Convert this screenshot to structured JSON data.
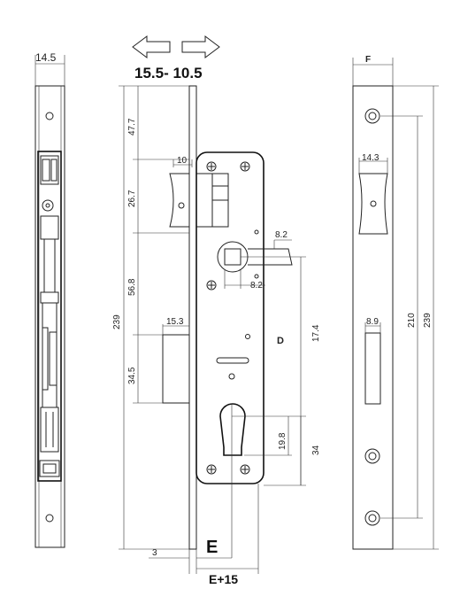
{
  "dimensions": {
    "faceplate_width": "14.5",
    "backset_range": "15.5- 10.5",
    "top_offset": "47.7",
    "latch_height": "26.7",
    "latch_width": "10",
    "center_to_latch": "56.8",
    "spindle_size_top": "8.2",
    "spindle_size_bottom": "8.2",
    "overall_height_left": "239",
    "bolt_width": "15.3",
    "bolt_height": "34.5",
    "spindle_to_cylinder": "17.4",
    "backset_label": "D",
    "cylinder_lower": "19.8",
    "cylinder_height": "34",
    "backset_E": "E",
    "offset_3": "3",
    "backset_E15": "E+15",
    "strike_width_label": "F",
    "strike_latch_width": "14.3",
    "strike_bolt_width": "8.9",
    "strike_hole_spacing": "210",
    "strike_height": "239"
  }
}
